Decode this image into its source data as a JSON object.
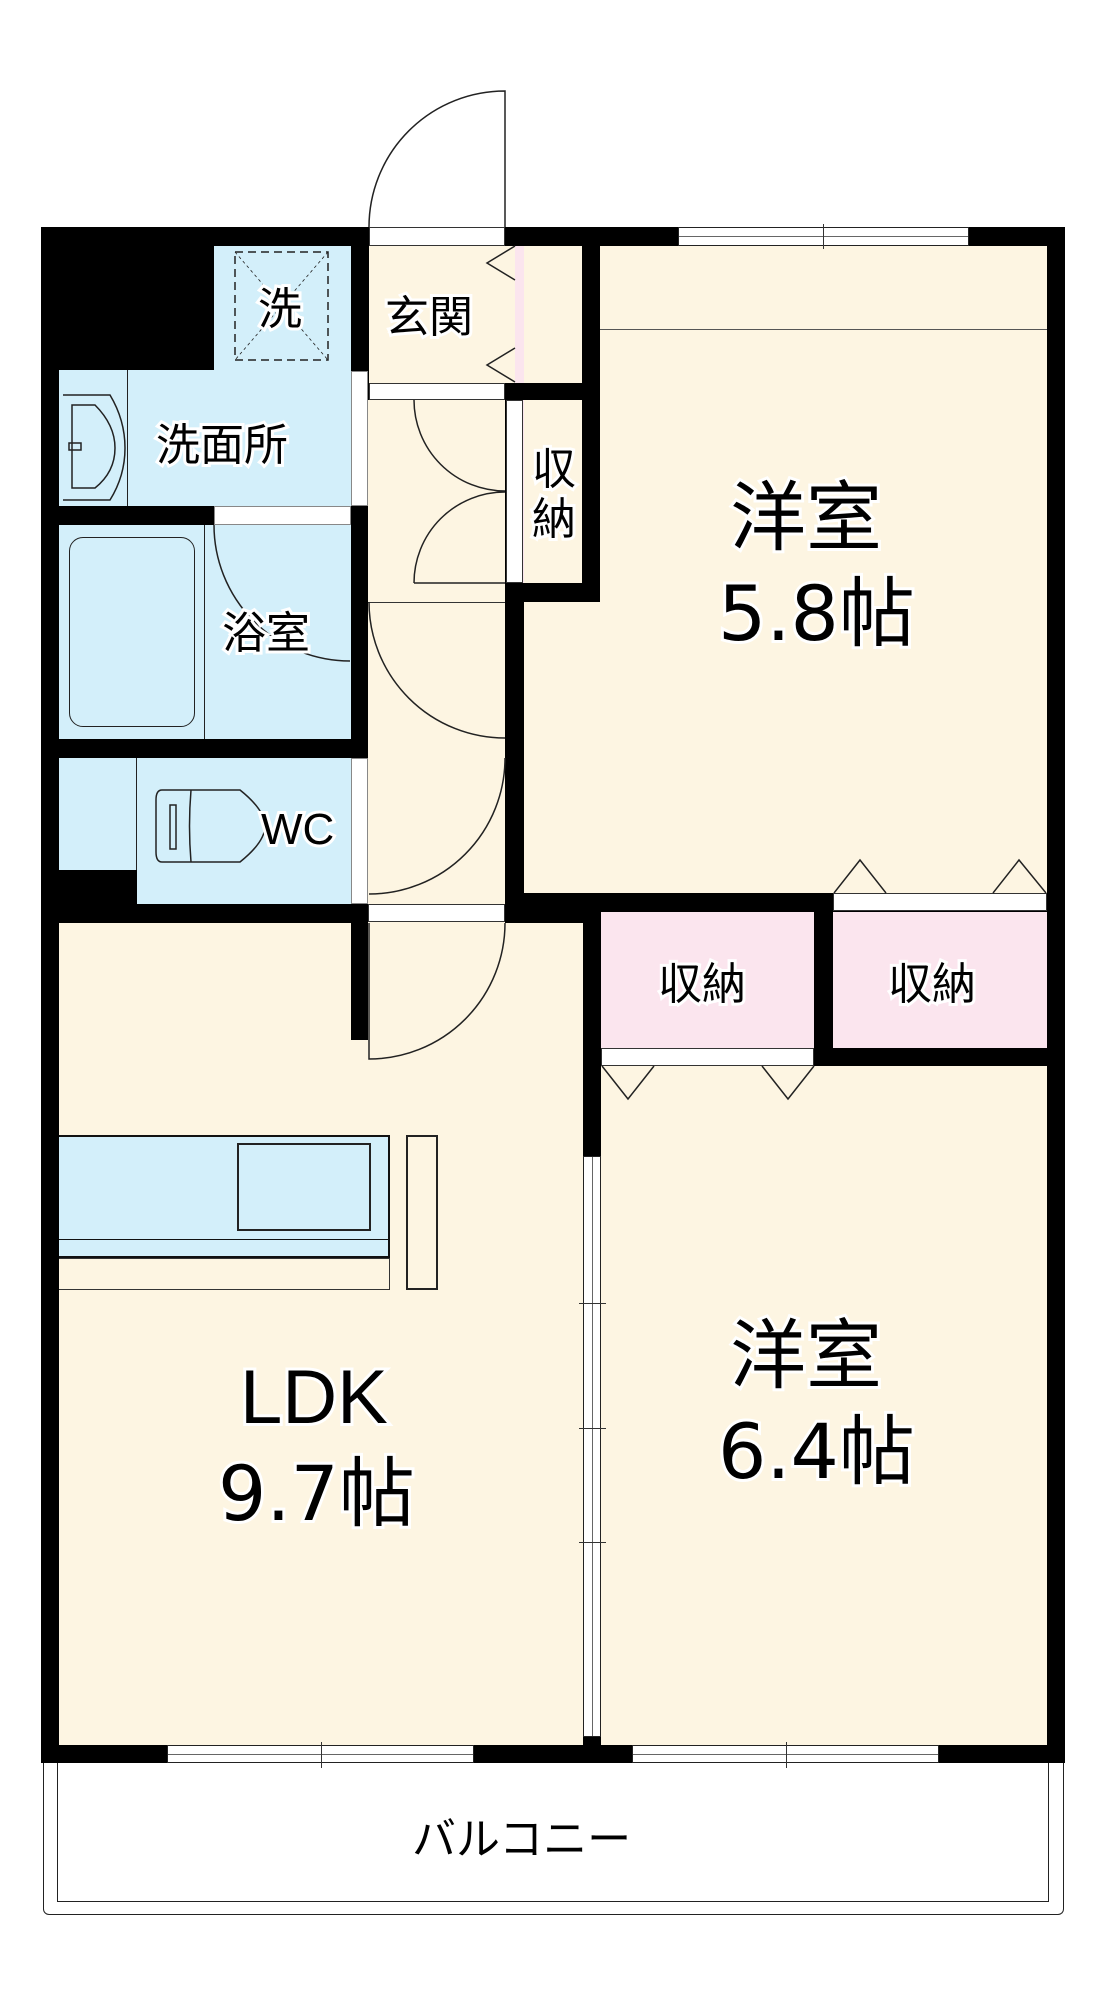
{
  "floorplan": {
    "colors": {
      "wall": "#000000",
      "living_floor": "#fdf5e2",
      "wet_area_floor": "#d3effa",
      "storage_floor": "#fbe5ee"
    },
    "rooms": {
      "washer": {
        "label": "洗"
      },
      "entrance": {
        "label": "玄関"
      },
      "washroom": {
        "label": "洗面所"
      },
      "storage_hall": {
        "label": "収納"
      },
      "bedroom1": {
        "label": "洋室",
        "size": "5.8帖"
      },
      "bathroom": {
        "label": "浴室"
      },
      "toilet": {
        "label": "WC"
      },
      "storage_a": {
        "label": "収納"
      },
      "storage_b": {
        "label": "収納"
      },
      "ldk": {
        "label": "LDK",
        "size": "9.7帖"
      },
      "bedroom2": {
        "label": "洋室",
        "size": "6.4帖"
      },
      "balcony": {
        "label": "バルコニー"
      }
    }
  }
}
